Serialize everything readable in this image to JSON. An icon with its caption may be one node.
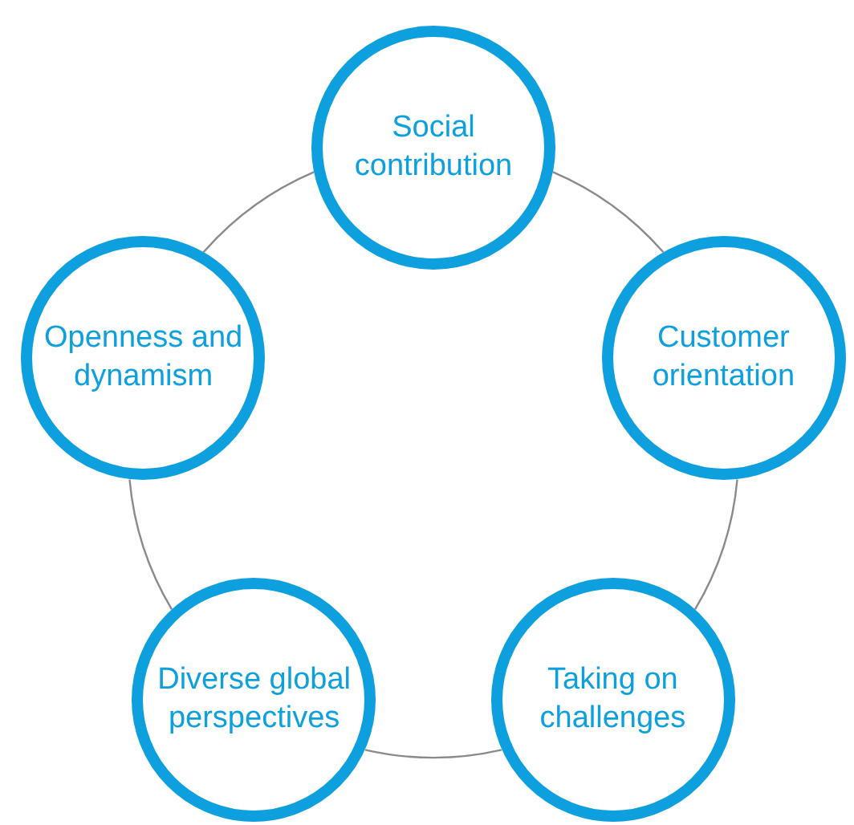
{
  "diagram": {
    "nodes": [
      {
        "text": [
          "Social contribution"
        ]
      },
      {
        "text": [
          "Customer orientation"
        ]
      },
      {
        "text": [
          "Taking on challenges"
        ]
      },
      {
        "text": [
          "Diverse global perspectives"
        ]
      },
      {
        "text": [
          "Openness and dynamism"
        ]
      }
    ],
    "edges": [
      {
        "from": 0,
        "to": 1,
        "arrow": "none"
      },
      {
        "from": 1,
        "to": 2,
        "arrow": "none"
      },
      {
        "from": 2,
        "to": 3,
        "arrow": "none"
      },
      {
        "from": 3,
        "to": 4,
        "arrow": "none"
      },
      {
        "from": 4,
        "to": 0,
        "arrow": "none"
      }
    ]
  }
}
